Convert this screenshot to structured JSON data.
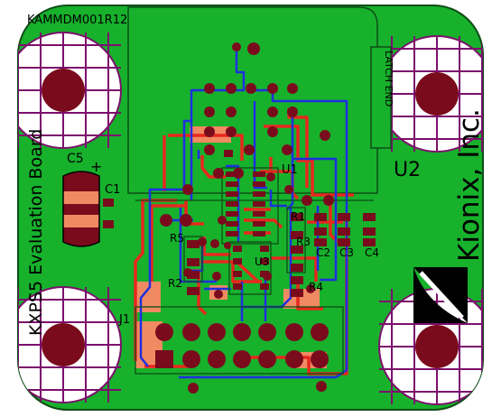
{
  "board": {
    "part_code": "KAMMDM001R12",
    "title": "KXPS5 Evaluation Board",
    "company": "Kionix, Inc.",
    "latch_label": "LATCH END",
    "chip": "U2"
  },
  "refdes": {
    "c5": "C5",
    "c1": "C1",
    "u1": "U1",
    "r1": "R1",
    "r2": "R2",
    "r3": "R3",
    "r4": "R4",
    "r5": "R5",
    "c2": "C2",
    "c3": "C3",
    "c4": "C4",
    "u3": "U3",
    "j1": "J1",
    "plus": "+"
  },
  "colors": {
    "board": "#17b12c",
    "background": "#ffffff",
    "pad": "#7a0b1c",
    "via": "#7a0b1c",
    "trace_red": "#e8281e",
    "trace_blue": "#1e2fe0",
    "outline_dark": "#0d4e16",
    "silk": "#000000",
    "mount_ring": "#7c0f6c",
    "copper_fill": "#f08a62"
  }
}
